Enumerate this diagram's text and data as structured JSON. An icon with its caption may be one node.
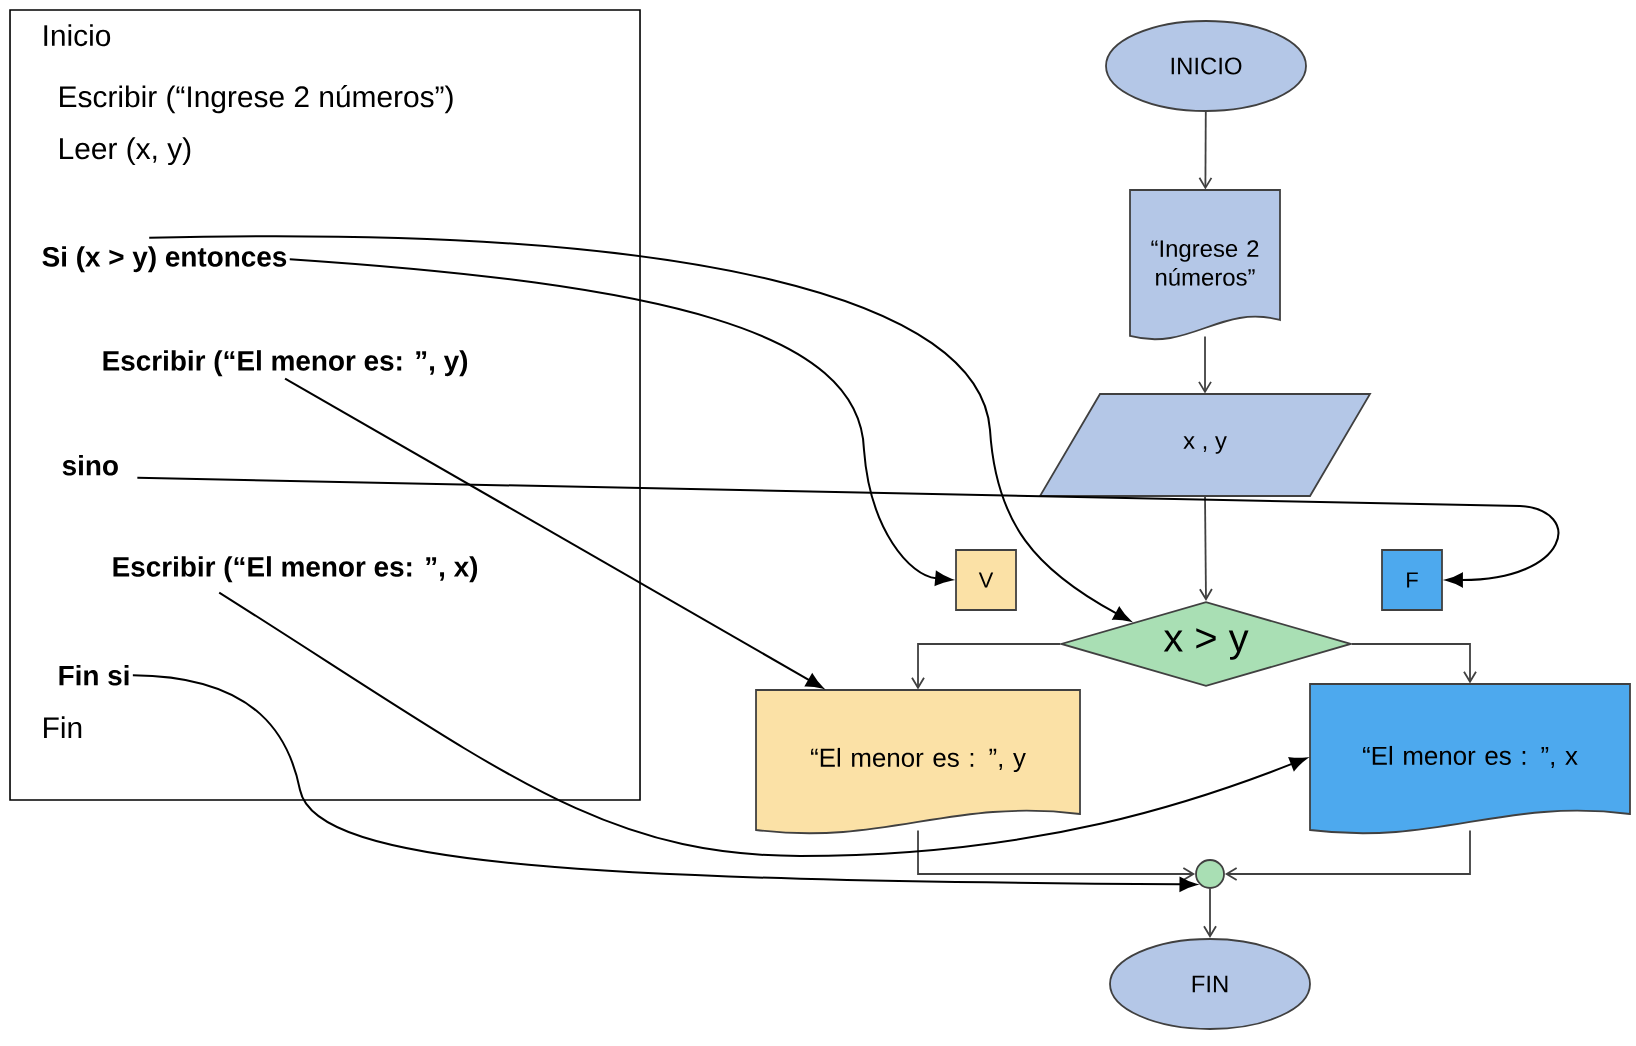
{
  "diagram": {
    "nodes": [
      {
        "text": [
          "Inicio",
          "Escribir (“Ingrese 2 números”)",
          "Leer (x, y)",
          "Fin"
        ]
      },
      {
        "text": [
          "Si (x > y) entonces"
        ],
        "in": 0
      },
      {
        "text": [
          "Escribir (“El menor es: ”, y)"
        ],
        "in": 0
      },
      {
        "text": [
          "sino"
        ],
        "in": 0
      },
      {
        "text": [
          "Escribir (“El menor es: ”, x)"
        ],
        "in": 0
      },
      {
        "text": [
          "Fin si"
        ],
        "in": 0
      },
      {
        "text": [
          "INICIO"
        ]
      },
      {
        "text": [
          "“Ingrese 2 números”"
        ]
      },
      {
        "text": [
          "x , y"
        ]
      },
      {
        "text": [
          "V"
        ]
      },
      {
        "text": [
          "x > y"
        ]
      },
      {
        "text": [
          "F"
        ]
      },
      {
        "text": [
          "“El menor es : ”, y"
        ]
      },
      {
        "text": [
          "“El menor es : ”, x"
        ]
      },
      {
        "text": [],
        "shape": "circle"
      },
      {
        "text": [
          "FIN"
        ]
      }
    ],
    "edges": [
      {
        "from": 6,
        "to": 7,
        "arrow": "to"
      },
      {
        "from": 7,
        "to": 8,
        "arrow": "to"
      },
      {
        "from": 8,
        "to": 10,
        "arrow": "to"
      },
      {
        "from": 10,
        "to": 12,
        "arrow": "to"
      },
      {
        "from": 10,
        "to": 13,
        "arrow": "to"
      },
      {
        "from": 12,
        "to": 14,
        "arrow": "to"
      },
      {
        "from": 13,
        "to": 14,
        "arrow": "to"
      },
      {
        "from": 14,
        "to": 15,
        "arrow": "to"
      },
      {
        "from": 1,
        "to": 10,
        "arrow": "to",
        "color": "#000000"
      },
      {
        "from": 1,
        "to": 9,
        "arrow": "to",
        "color": "#000000"
      },
      {
        "from": 2,
        "to": 12,
        "arrow": "to",
        "color": "#000000"
      },
      {
        "from": 3,
        "to": 11,
        "arrow": "to",
        "color": "#000000"
      },
      {
        "from": 4,
        "to": 13,
        "arrow": "to",
        "color": "#000000"
      },
      {
        "from": 5,
        "to": 14,
        "arrow": "to",
        "color": "#000000"
      }
    ]
  }
}
